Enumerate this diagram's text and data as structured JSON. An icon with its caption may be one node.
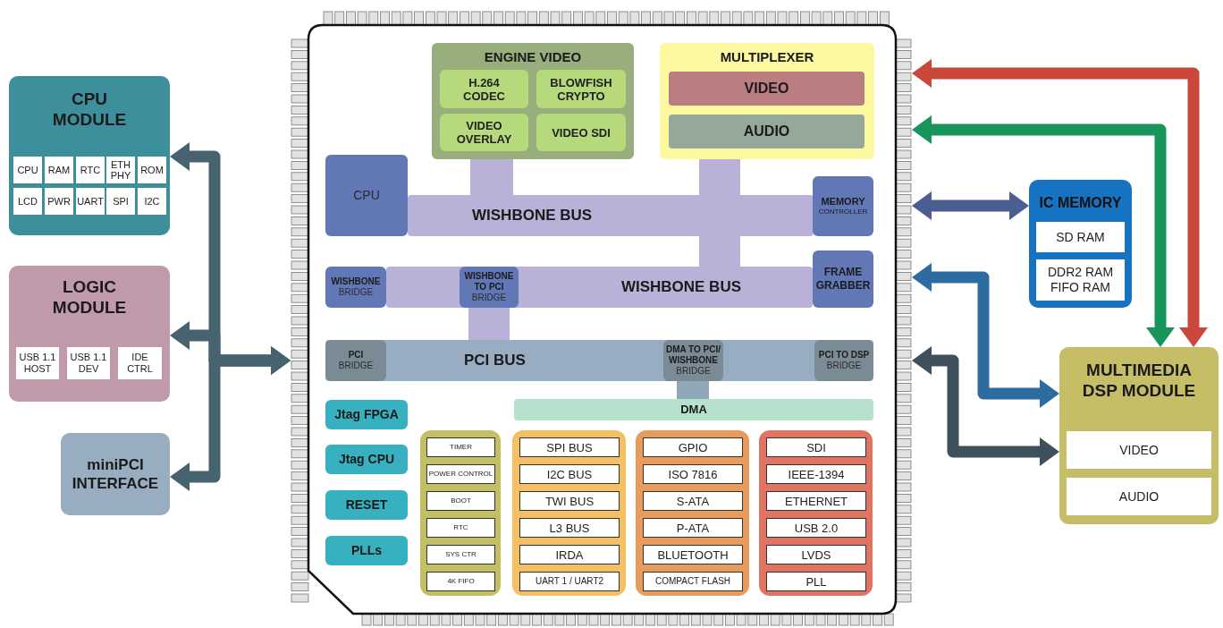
{
  "diagram": {
    "nodes": [
      {
        "text": [
          "CPU MODULE"
        ]
      },
      {
        "text": [
          "CPU"
        ],
        "in": 0
      },
      {
        "text": [
          "RAM"
        ],
        "in": 0
      },
      {
        "text": [
          "RTC"
        ],
        "in": 0
      },
      {
        "text": [
          "ETH PHY"
        ],
        "in": 0
      },
      {
        "text": [
          "ROM"
        ],
        "in": 0
      },
      {
        "text": [
          "LCD"
        ],
        "in": 0
      },
      {
        "text": [
          "PWR"
        ],
        "in": 0
      },
      {
        "text": [
          "UART"
        ],
        "in": 0
      },
      {
        "text": [
          "SPI"
        ],
        "in": 0
      },
      {
        "text": [
          "I2C"
        ],
        "in": 0
      },
      {
        "text": [
          "LOGIC MODULE"
        ]
      },
      {
        "text": [
          "USB 1.1 HOST"
        ],
        "in": 11
      },
      {
        "text": [
          "USB 1.1 DEV"
        ],
        "in": 11
      },
      {
        "text": [
          "IDE CTRL"
        ],
        "in": 11
      },
      {
        "text": [
          "miniPCI INTERFACE"
        ]
      },
      {
        "text": [],
        "shape": "box"
      },
      {
        "text": [
          "ENGINE VIDEO"
        ],
        "in": 16
      },
      {
        "text": [
          "H.264 CODEC"
        ],
        "in": 17
      },
      {
        "text": [
          "BLOWFISH CRYPTO"
        ],
        "in": 17
      },
      {
        "text": [
          "VIDEO OVERLAY"
        ],
        "in": 17
      },
      {
        "text": [
          "VIDEO SDI"
        ],
        "in": 17
      },
      {
        "text": [
          "MULTIPLEXER"
        ],
        "in": 16
      },
      {
        "text": [
          "VIDEO"
        ],
        "in": 22
      },
      {
        "text": [
          "AUDIO"
        ],
        "in": 22
      },
      {
        "text": [
          "WISHBONE BUS"
        ],
        "in": 16
      },
      {
        "text": [
          "CPU"
        ],
        "in": 16
      },
      {
        "text": [
          "MEMORY",
          "CONTROLLER"
        ],
        "in": 16
      },
      {
        "text": [
          "WISHBONE BUS"
        ],
        "in": 16
      },
      {
        "text": [
          "WISHBONE",
          "BRIDGE"
        ],
        "in": 16
      },
      {
        "text": [
          "WISHBONE TO PCI",
          "BRIDGE"
        ],
        "in": 28
      },
      {
        "text": [
          "FRAME GRABBER"
        ],
        "in": 16
      },
      {
        "text": [
          "PCI BUS"
        ],
        "in": 16
      },
      {
        "text": [
          "PCI",
          "BRIDGE"
        ],
        "in": 32
      },
      {
        "text": [
          "DMA TO PCI/ WISHBONE",
          "BRIDGE"
        ],
        "in": 32
      },
      {
        "text": [
          "PCI TO DSP",
          "BRIDGE"
        ],
        "in": 32
      },
      {
        "text": [
          "DMA"
        ],
        "in": 16
      },
      {
        "text": [
          "Jtag FPGA"
        ],
        "in": 16
      },
      {
        "text": [
          "Jtag CPU"
        ],
        "in": 16
      },
      {
        "text": [
          "RESET"
        ],
        "in": 16
      },
      {
        "text": [
          "PLLs"
        ],
        "in": 16
      },
      {
        "text": [],
        "shape": "box",
        "in": 16
      },
      {
        "text": [
          "TIMER"
        ],
        "in": 41
      },
      {
        "text": [
          "POWER CONTROL"
        ],
        "in": 41
      },
      {
        "text": [
          "BOOT"
        ],
        "in": 41
      },
      {
        "text": [
          "RTC"
        ],
        "in": 41
      },
      {
        "text": [
          "SYS CTR"
        ],
        "in": 41
      },
      {
        "text": [
          "4K FIFO"
        ],
        "in": 41
      },
      {
        "text": [],
        "shape": "box",
        "in": 16
      },
      {
        "text": [
          "SPI BUS"
        ],
        "in": 48
      },
      {
        "text": [
          "I2C BUS"
        ],
        "in": 48
      },
      {
        "text": [
          "TWI BUS"
        ],
        "in": 48
      },
      {
        "text": [
          "L3 BUS"
        ],
        "in": 48
      },
      {
        "text": [
          "IRDA"
        ],
        "in": 48
      },
      {
        "text": [
          "UART 1 / UART2"
        ],
        "in": 48
      },
      {
        "text": [],
        "shape": "box",
        "in": 16
      },
      {
        "text": [
          "GPIO"
        ],
        "in": 55
      },
      {
        "text": [
          "ISO 7816"
        ],
        "in": 55
      },
      {
        "text": [
          "S-ATA"
        ],
        "in": 55
      },
      {
        "text": [
          "P-ATA"
        ],
        "in": 55
      },
      {
        "text": [
          "BLUETOOTH"
        ],
        "in": 55
      },
      {
        "text": [
          "COMPACT FLASH"
        ],
        "in": 55
      },
      {
        "text": [],
        "shape": "box",
        "in": 16
      },
      {
        "text": [
          "SDI"
        ],
        "in": 62
      },
      {
        "text": [
          "IEEE-1394"
        ],
        "in": 62
      },
      {
        "text": [
          "ETHERNET"
        ],
        "in": 62
      },
      {
        "text": [
          "USB 2.0"
        ],
        "in": 62
      },
      {
        "text": [
          "LVDS"
        ],
        "in": 62
      },
      {
        "text": [
          "PLL"
        ],
        "in": 62
      },
      {
        "text": [
          "IC MEMORY"
        ]
      },
      {
        "text": [
          "SD RAM"
        ],
        "in": 69
      },
      {
        "text": [
          "DDR2 RAM FIFO RAM"
        ],
        "in": 69
      },
      {
        "text": [
          "MULTIMEDIA DSP MODULE"
        ]
      },
      {
        "text": [
          "VIDEO"
        ],
        "in": 72
      },
      {
        "text": [
          "AUDIO"
        ],
        "in": 72
      }
    ],
    "edges": [
      {
        "from": 16,
        "to": 0,
        "arrow": "both",
        "color": "#46636f"
      },
      {
        "from": 16,
        "to": 11,
        "arrow": "both",
        "color": "#46636f"
      },
      {
        "from": 16,
        "to": 15,
        "arrow": "both",
        "color": "#46636f"
      },
      {
        "from": 16,
        "to": 72,
        "arrow": "both",
        "color": "#c9473b"
      },
      {
        "from": 16,
        "to": 72,
        "arrow": "both",
        "color": "#17955a"
      },
      {
        "from": 16,
        "to": 69,
        "arrow": "both",
        "color": "#4b5e93"
      },
      {
        "from": 16,
        "to": 72,
        "arrow": "both",
        "color": "#2d6ca1"
      },
      {
        "from": 16,
        "to": 72,
        "arrow": "both",
        "color": "#3d505c"
      },
      {
        "from": 17,
        "to": 25,
        "arrow": "none",
        "style": "thick",
        "color": "#b9b1d7"
      },
      {
        "from": 22,
        "to": 25,
        "arrow": "none",
        "style": "thick",
        "color": "#b9b1d7"
      },
      {
        "from": 25,
        "to": 28,
        "arrow": "none",
        "style": "thick",
        "color": "#b9b1d7"
      },
      {
        "from": 30,
        "to": 32,
        "arrow": "none",
        "style": "thick",
        "color": "#b9b1d7"
      },
      {
        "from": 34,
        "to": 36,
        "arrow": "none",
        "style": "thick",
        "color": "#8fa7b7"
      }
    ]
  }
}
